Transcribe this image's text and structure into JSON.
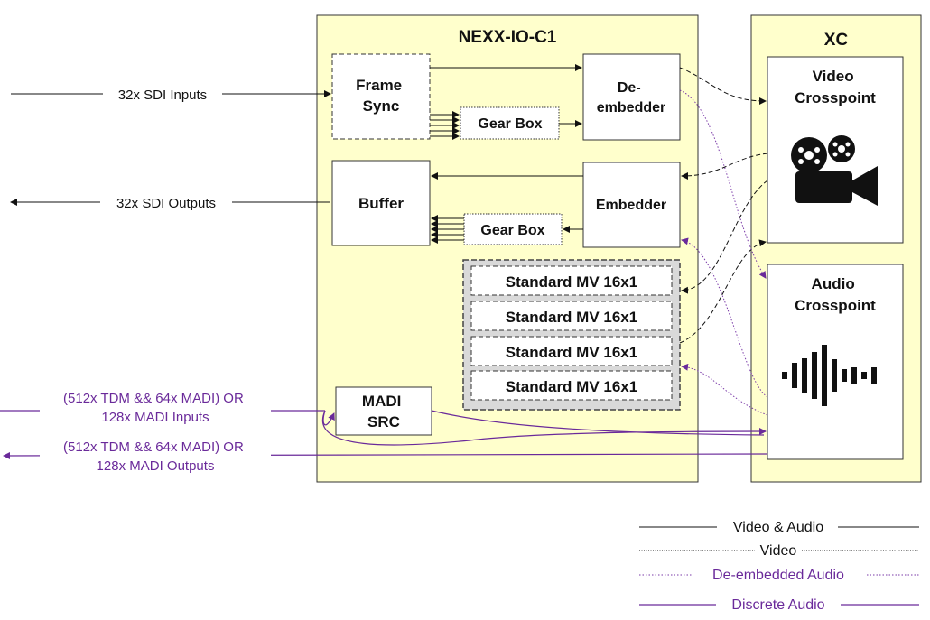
{
  "nexx": {
    "title": "NEXX-IO-C1"
  },
  "xc": {
    "title": "XC"
  },
  "blocks": {
    "frame_sync": [
      "Frame",
      "Sync"
    ],
    "gear_box_top": "Gear Box",
    "de_embedder": [
      "De-",
      "embedder"
    ],
    "buffer": "Buffer",
    "gear_box_bottom": "Gear Box",
    "embedder": "Embedder",
    "mv": [
      "Standard MV 16x1",
      "Standard MV 16x1",
      "Standard MV 16x1",
      "Standard MV 16x1"
    ],
    "madi_src": [
      "MADI",
      "SRC"
    ],
    "video_crosspoint": [
      "Video",
      "Crosspoint"
    ],
    "audio_crosspoint": [
      "Audio",
      "Crosspoint"
    ]
  },
  "signals": {
    "sdi_inputs": "32x SDI Inputs",
    "sdi_outputs": "32x SDI Outputs",
    "madi_inputs": [
      "(512x TDM && 64x MADI) OR",
      "128x MADI Inputs"
    ],
    "madi_outputs": [
      "(512x TDM && 64x MADI) OR",
      "128x MADI Outputs"
    ]
  },
  "legend": [
    {
      "label": "Video & Audio",
      "style": "solid-black"
    },
    {
      "label": "Video",
      "style": "dotted-black"
    },
    {
      "label": "De-embedded Audio",
      "style": "dotted-purple"
    },
    {
      "label": "Discrete Audio",
      "style": "solid-purple"
    }
  ],
  "colors": {
    "panel_fill": "#ffffcc",
    "audio_purple": "#6a2a9a",
    "line_black": "#111111"
  },
  "icons": [
    "film-camera-icon",
    "audio-waveform-icon"
  ]
}
